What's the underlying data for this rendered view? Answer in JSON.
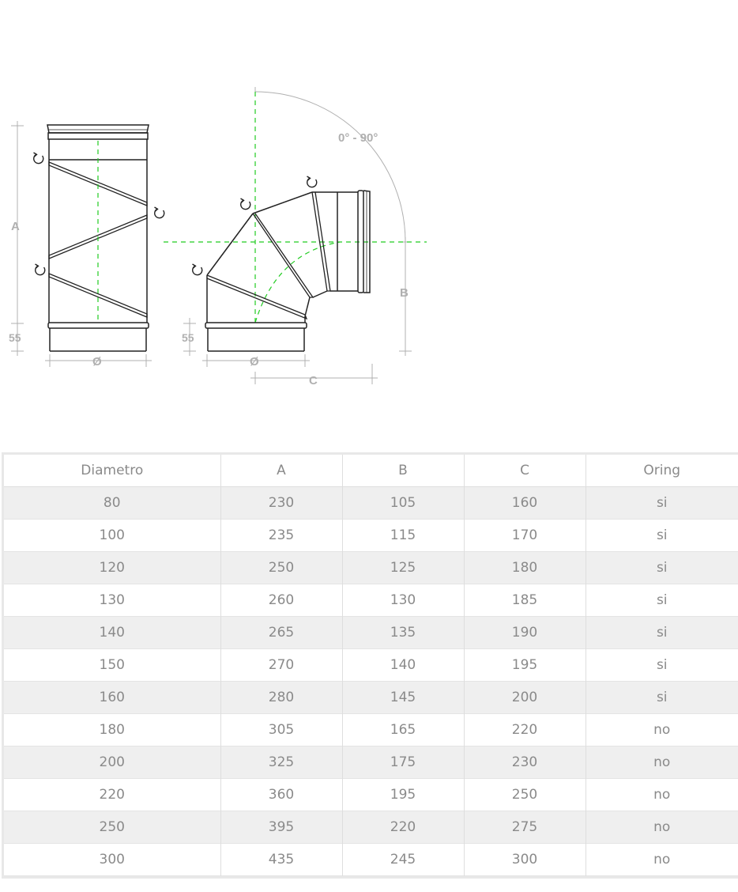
{
  "drawing": {
    "label_a": "A",
    "label_b": "B",
    "label_c": "C",
    "label_55_left": "55",
    "label_55_right": "55",
    "label_diam_left": "Ø",
    "label_diam_right": "Ø",
    "label_angle": "0° - 90°",
    "colors": {
      "stroke": "#222222",
      "dimension": "#b0b0b0",
      "centerline": "#22cc22"
    },
    "icons": [
      "rotate-arrow-icon"
    ]
  },
  "table": {
    "headers": [
      "Diametro",
      "A",
      "B",
      "C",
      "Oring"
    ],
    "rows": [
      [
        "80",
        "230",
        "105",
        "160",
        "si"
      ],
      [
        "100",
        "235",
        "115",
        "170",
        "si"
      ],
      [
        "120",
        "250",
        "125",
        "180",
        "si"
      ],
      [
        "130",
        "260",
        "130",
        "185",
        "si"
      ],
      [
        "140",
        "265",
        "135",
        "190",
        "si"
      ],
      [
        "150",
        "270",
        "140",
        "195",
        "si"
      ],
      [
        "160",
        "280",
        "145",
        "200",
        "si"
      ],
      [
        "180",
        "305",
        "165",
        "220",
        "no"
      ],
      [
        "200",
        "325",
        "175",
        "230",
        "no"
      ],
      [
        "220",
        "360",
        "195",
        "250",
        "no"
      ],
      [
        "250",
        "395",
        "220",
        "275",
        "no"
      ],
      [
        "300",
        "435",
        "245",
        "300",
        "no"
      ]
    ]
  }
}
